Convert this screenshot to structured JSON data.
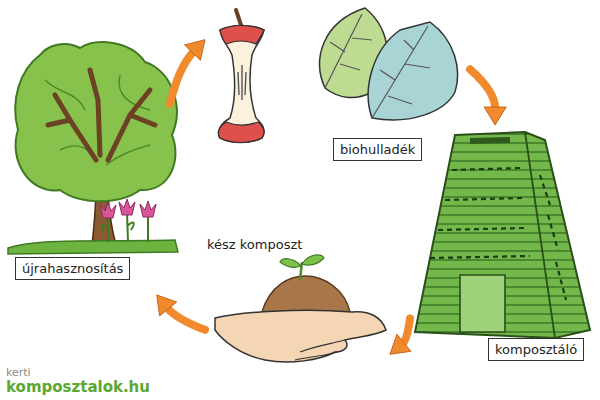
{
  "diagram": {
    "nodes": [
      {
        "text": [
          "biohulladék"
        ]
      },
      {
        "text": [
          "komposztáló"
        ]
      },
      {
        "text": [
          "kész komposzt"
        ]
      },
      {
        "text": [
          "újrahasznosítás"
        ]
      }
    ],
    "edges": [
      {
        "from": 0,
        "to": 1,
        "arrow": "to"
      },
      {
        "from": 1,
        "to": 2,
        "arrow": "to"
      },
      {
        "from": 2,
        "to": 3,
        "arrow": "to"
      },
      {
        "from": 3,
        "to": 0,
        "arrow": "to"
      }
    ],
    "labels": [
      "kerti",
      "komposztalok.hu"
    ]
  }
}
